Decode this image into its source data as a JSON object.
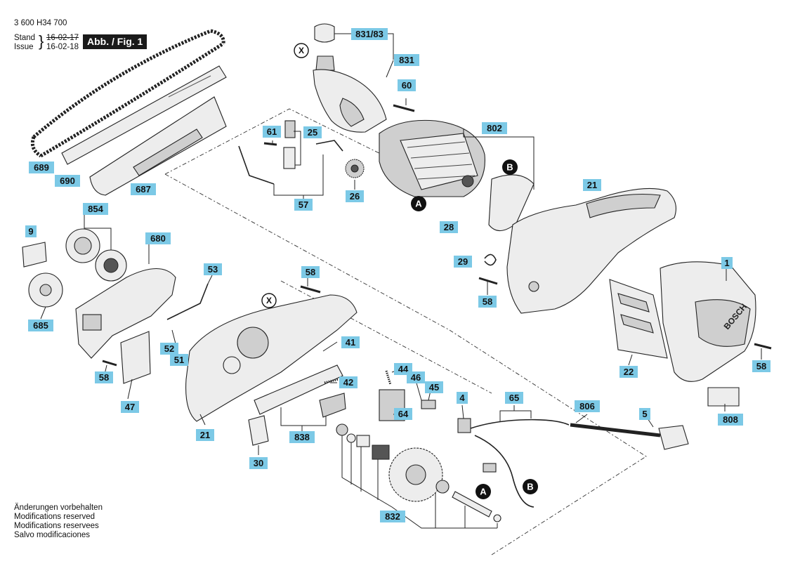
{
  "header": {
    "doc_number": "3 600 H34 700",
    "stand_label": "Stand",
    "issue_label": "Issue",
    "brace": "}",
    "date_old": "16-02-17",
    "date_new": "16-02-18",
    "figure_badge": "Abb. / Fig. 1"
  },
  "notes": [
    "Änderungen vorbehalten",
    "Modifications reserved",
    "Modifications reservees",
    "Salvo modificaciones"
  ],
  "brand_text": "BOSCH",
  "colors": {
    "label_fill": "#7cc9e6",
    "ref_fill": "#111111",
    "badge_fill": "#1a1a1a"
  },
  "part_labels": [
    {
      "id": "831-83",
      "text": "831/83"
    },
    {
      "id": "831",
      "text": "831"
    },
    {
      "id": "60",
      "text": "60"
    },
    {
      "id": "802",
      "text": "802"
    },
    {
      "id": "61",
      "text": "61"
    },
    {
      "id": "25",
      "text": "25"
    },
    {
      "id": "689",
      "text": "689"
    },
    {
      "id": "690",
      "text": "690"
    },
    {
      "id": "687",
      "text": "687"
    },
    {
      "id": "26",
      "text": "26"
    },
    {
      "id": "57",
      "text": "57"
    },
    {
      "id": "21-top",
      "text": "21"
    },
    {
      "id": "854",
      "text": "854"
    },
    {
      "id": "9",
      "text": "9"
    },
    {
      "id": "680",
      "text": "680"
    },
    {
      "id": "28",
      "text": "28"
    },
    {
      "id": "29",
      "text": "29"
    },
    {
      "id": "53",
      "text": "53"
    },
    {
      "id": "58-a",
      "text": "58"
    },
    {
      "id": "1",
      "text": "1"
    },
    {
      "id": "58-b",
      "text": "58"
    },
    {
      "id": "685",
      "text": "685"
    },
    {
      "id": "41",
      "text": "41"
    },
    {
      "id": "52",
      "text": "52"
    },
    {
      "id": "51",
      "text": "51"
    },
    {
      "id": "22",
      "text": "22"
    },
    {
      "id": "58-c",
      "text": "58"
    },
    {
      "id": "58-d",
      "text": "58"
    },
    {
      "id": "44",
      "text": "44"
    },
    {
      "id": "46",
      "text": "46"
    },
    {
      "id": "42",
      "text": "42"
    },
    {
      "id": "45",
      "text": "45"
    },
    {
      "id": "65",
      "text": "65"
    },
    {
      "id": "4",
      "text": "4"
    },
    {
      "id": "806",
      "text": "806"
    },
    {
      "id": "5",
      "text": "5"
    },
    {
      "id": "47",
      "text": "47"
    },
    {
      "id": "64",
      "text": "64"
    },
    {
      "id": "808",
      "text": "808"
    },
    {
      "id": "21-bottom",
      "text": "21"
    },
    {
      "id": "838",
      "text": "838"
    },
    {
      "id": "30",
      "text": "30"
    },
    {
      "id": "832",
      "text": "832"
    }
  ],
  "reference_markers": [
    {
      "id": "X-top",
      "text": "X",
      "style": "outline"
    },
    {
      "id": "X-mid",
      "text": "X",
      "style": "outline"
    },
    {
      "id": "B-motor",
      "text": "B",
      "style": "filled"
    },
    {
      "id": "A-motor",
      "text": "A",
      "style": "filled"
    },
    {
      "id": "A-wire",
      "text": "A",
      "style": "filled"
    },
    {
      "id": "B-wire",
      "text": "B",
      "style": "filled"
    }
  ]
}
